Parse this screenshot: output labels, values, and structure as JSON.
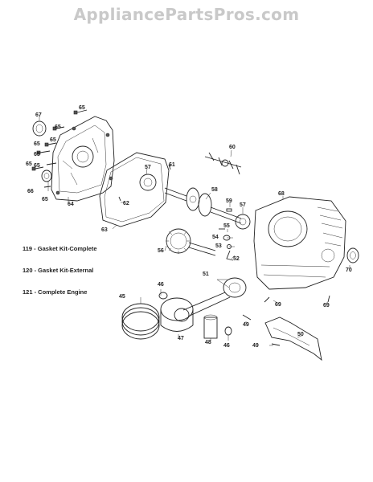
{
  "watermark": "AppliancePartsPros.com",
  "kits": [
    "119 - Gasket Kit-Complete",
    "120 - Gasket Kit-External",
    "121 - Complete Engine"
  ],
  "callouts": [
    "67",
    "65",
    "65",
    "65",
    "65",
    "65",
    "65",
    "65",
    "66",
    "64",
    "65",
    "57",
    "61",
    "62",
    "63",
    "60",
    "58",
    "59",
    "57",
    "68",
    "55",
    "54",
    "53",
    "52",
    "56",
    "51",
    "46",
    "45",
    "47",
    "48",
    "46",
    "49",
    "69",
    "69",
    "70",
    "50",
    "49"
  ]
}
